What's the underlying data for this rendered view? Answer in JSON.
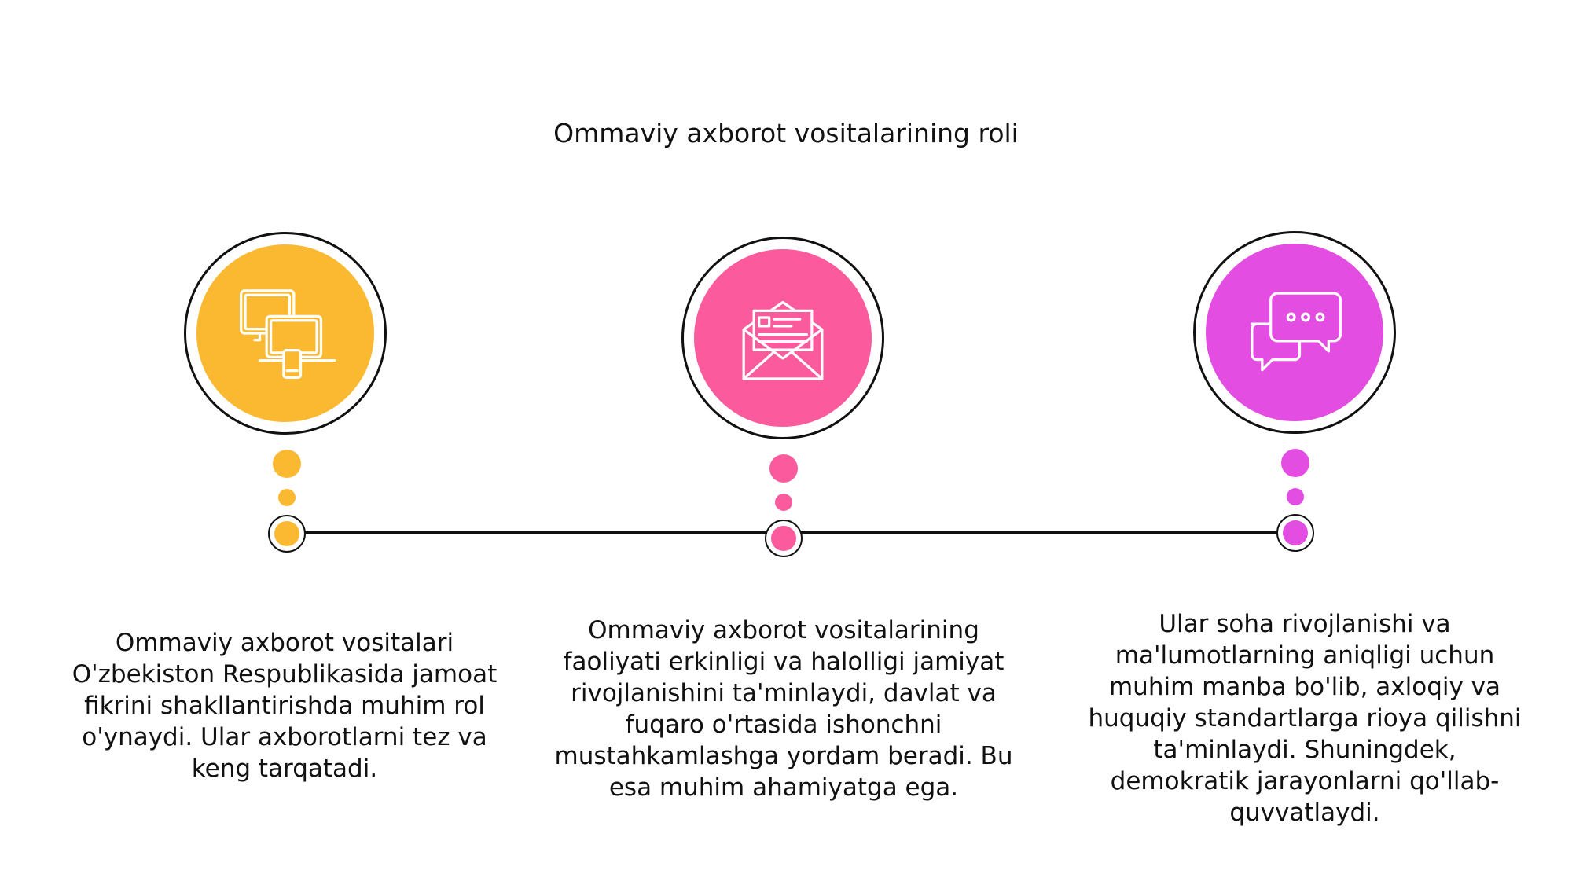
{
  "title": "Ommaviy axborot vositalarining roli",
  "steps": [
    {
      "color": "#FBB931",
      "icon": "devices-icon",
      "text": "Ommaviy axborot vositalari O'zbekiston Respublikasida jamoat fikrini shakllantirishda muhim rol o'ynaydi. Ular axborotlarni tez va keng tarqatadi."
    },
    {
      "color": "#FB5A9D",
      "icon": "envelope-letter-icon",
      "text": "Ommaviy axborot vositalarining faoliyati erkinligi va halolligi jamiyat rivojlanishini ta'minlaydi, davlat va fuqaro o'rtasida ishonchni mustahkamlashga yordam beradi. Bu esa muhim ahamiyatga ega."
    },
    {
      "color": "#E44DE1",
      "icon": "chat-bubbles-icon",
      "text": "Ular soha rivojlanishi va ma'lumotlarning aniqligi uchun muhim manba bo'lib, axloqiy va huquqiy standartlarga rioya qilishni ta'minlaydi. Shuningdek, demokratik jarayonlarni qo'llab-quvvatlaydi."
    }
  ]
}
